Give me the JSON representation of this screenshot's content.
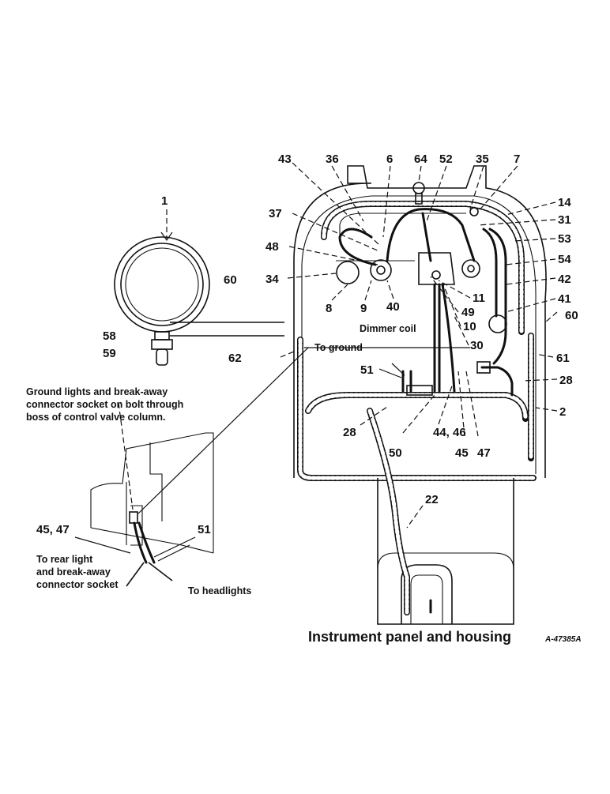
{
  "callouts": {
    "c1": "1",
    "c2": "2",
    "c6": "6",
    "c7": "7",
    "c8": "8",
    "c9": "9",
    "c10": "10",
    "c11": "11",
    "c14": "14",
    "c22": "22",
    "c28a": "28",
    "c28b": "28",
    "c30": "30",
    "c31": "31",
    "c34": "34",
    "c35": "35",
    "c36": "36",
    "c37": "37",
    "c40": "40",
    "c41": "41",
    "c42": "42",
    "c43": "43",
    "c44_46": "44, 46",
    "c45": "45",
    "c47": "47",
    "c45_47": "45, 47",
    "c48": "48",
    "c49": "49",
    "c50": "50",
    "c51a": "51",
    "c51b": "51",
    "c52": "52",
    "c53": "53",
    "c54": "54",
    "c58": "58",
    "c59": "59",
    "c60a": "60",
    "c60b": "60",
    "c61": "61",
    "c62": "62",
    "c64": "64"
  },
  "labels": {
    "dimmer_coil": "Dimmer coil",
    "to_ground": "To ground",
    "ground_note_1": "Ground lights and break-away",
    "ground_note_2": "connector socket on bolt through",
    "ground_note_3": "boss of control valve column.",
    "rear_light_1": "To rear light",
    "rear_light_2": "and break-away",
    "rear_light_3": "connector socket",
    "to_headlights": "To headlights"
  },
  "caption": {
    "title": "Instrument panel and housing",
    "code": "A-47385A"
  }
}
